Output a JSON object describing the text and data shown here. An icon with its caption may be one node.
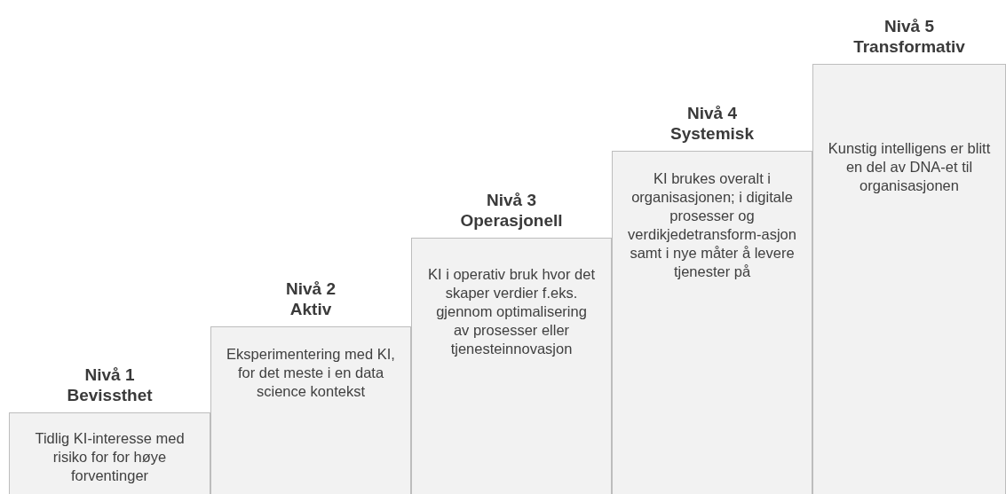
{
  "diagram": {
    "nodes": [
      {
        "text": [
          "Nivå 1 Bevissthet",
          "Tidlig KI-interesse med risiko for for høye forventinger"
        ]
      },
      {
        "text": [
          "Nivå 2 Aktiv",
          "Eksperimentering med KI, for det meste i en data science kontekst"
        ]
      },
      {
        "text": [
          "Nivå 3 Operasjonell",
          "KI i operativ bruk hvor det skaper verdier f.eks. gjennom optimalisering av prosesser eller tjenesteinnovasjon"
        ]
      },
      {
        "text": [
          "Nivå 4 Systemisk",
          "KI brukes overalt i organisasjonen; i digitale prosesser og verdikjedetransform-asjon samt i nye måter å levere tjenester på"
        ]
      },
      {
        "text": [
          "Nivå 5 Transformativ",
          "Kunstig intelligens er blitt en del av DNA-et til organisasjonen"
        ]
      }
    ],
    "edges": []
  }
}
